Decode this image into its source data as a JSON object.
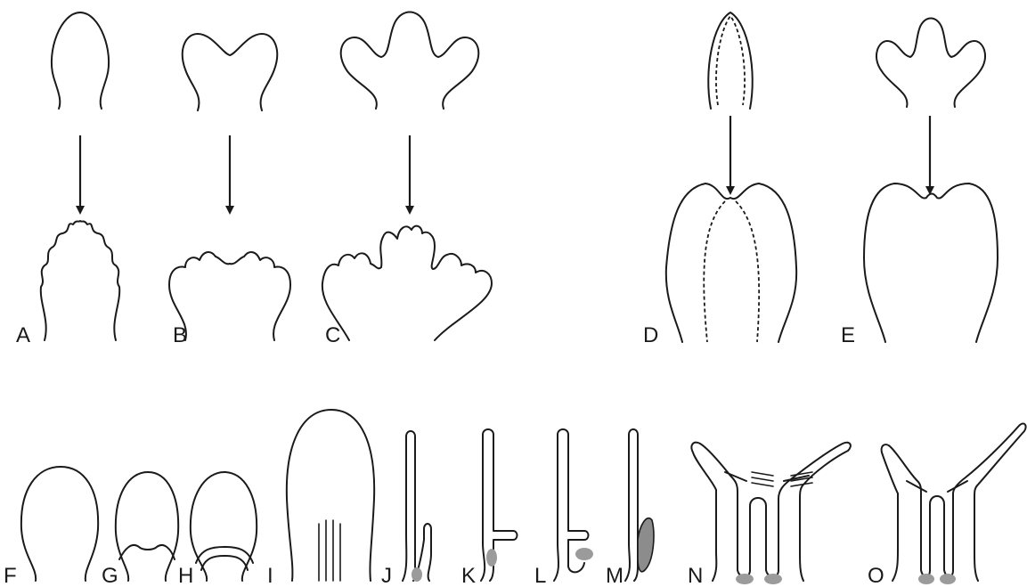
{
  "figure": {
    "labels": {
      "a": "A",
      "b": "B",
      "c": "C",
      "d": "D",
      "e": "E",
      "f": "F",
      "g": "G",
      "h": "H",
      "i": "I",
      "j": "J",
      "k": "K",
      "l": "L",
      "m": "M",
      "n": "N",
      "o": "O"
    },
    "colors": {
      "line": "#1a1a1a",
      "shading": "#9b9b9b",
      "background": "#ffffff"
    }
  }
}
